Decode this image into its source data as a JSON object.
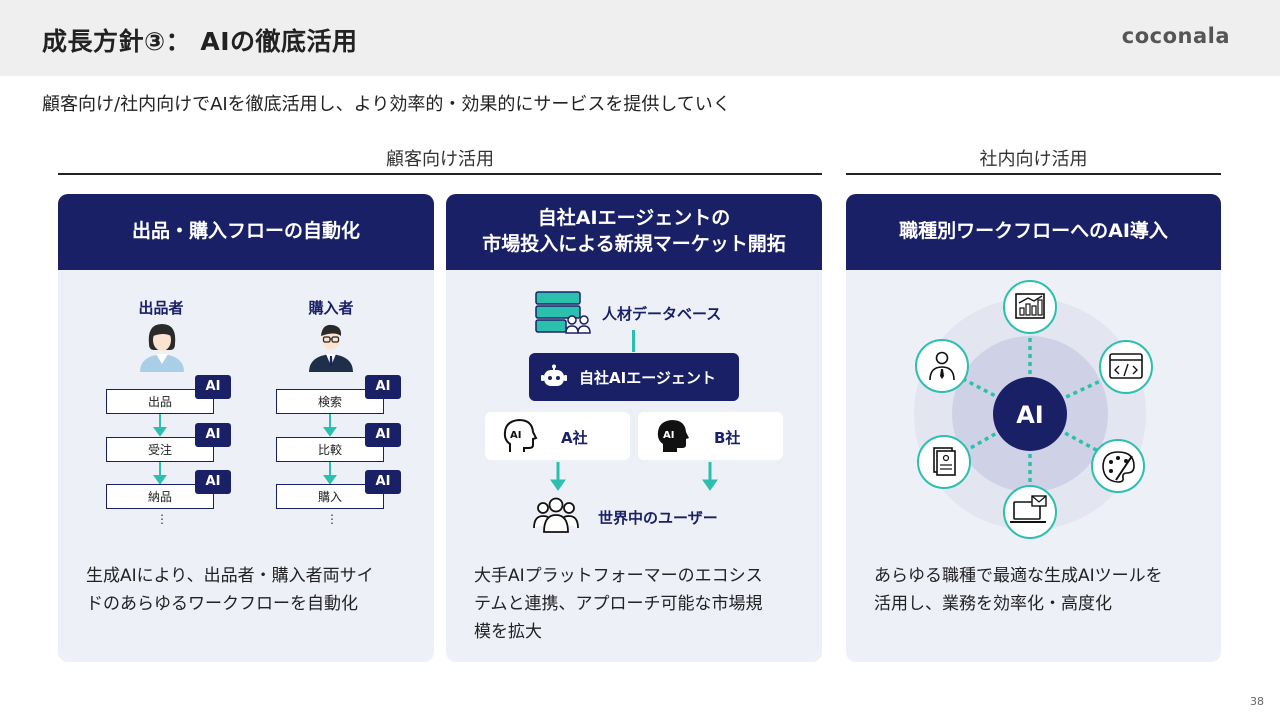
{
  "header": {
    "title": "成長方針③： AIの徹底活用",
    "logo": "coconala"
  },
  "subtitle": "顧客向け/社内向けでAIを徹底活用し、より効率的・効果的にサービスを提供していく",
  "sections": {
    "customer": "顧客向け活用",
    "internal": "社内向け活用"
  },
  "card1": {
    "title": "出品・購入フローの自動化",
    "seller": {
      "label": "出品者",
      "steps": [
        "出品",
        "受注",
        "納品"
      ]
    },
    "buyer": {
      "label": "購入者",
      "steps": [
        "検索",
        "比較",
        "購入"
      ]
    },
    "ai_label": "AI",
    "ellipsis": "⋮",
    "desc_line1": "生成AIにより、出品者・購入者両サイ",
    "desc_line2": "ドのあらゆるワークフローを自動化"
  },
  "card2": {
    "title_line1": "自社AIエージェントの",
    "title_line2": "市場投入による新規マーケット開拓",
    "database": "人材データベース",
    "agent": "自社AIエージェント",
    "company_a": "A社",
    "company_b": "B社",
    "ai_head": "AI",
    "users": "世界中のユーザー",
    "desc_line1": "大手AIプラットフォーマーのエコシス",
    "desc_line2": "テムと連携、アプローチ可能な市場規",
    "desc_line3": "模を拡大"
  },
  "card3": {
    "title": "職種別ワークフローへのAI導入",
    "center": "AI",
    "desc_line1": "あらゆる職種で最適な生成AIツールを",
    "desc_line2": "活用し、業務を効率化・高度化"
  },
  "page_number": "38",
  "colors": {
    "navy": "#1a2066",
    "teal": "#2bbfae",
    "card_bg": "#eef0f7",
    "header_bg": "#efefef"
  }
}
